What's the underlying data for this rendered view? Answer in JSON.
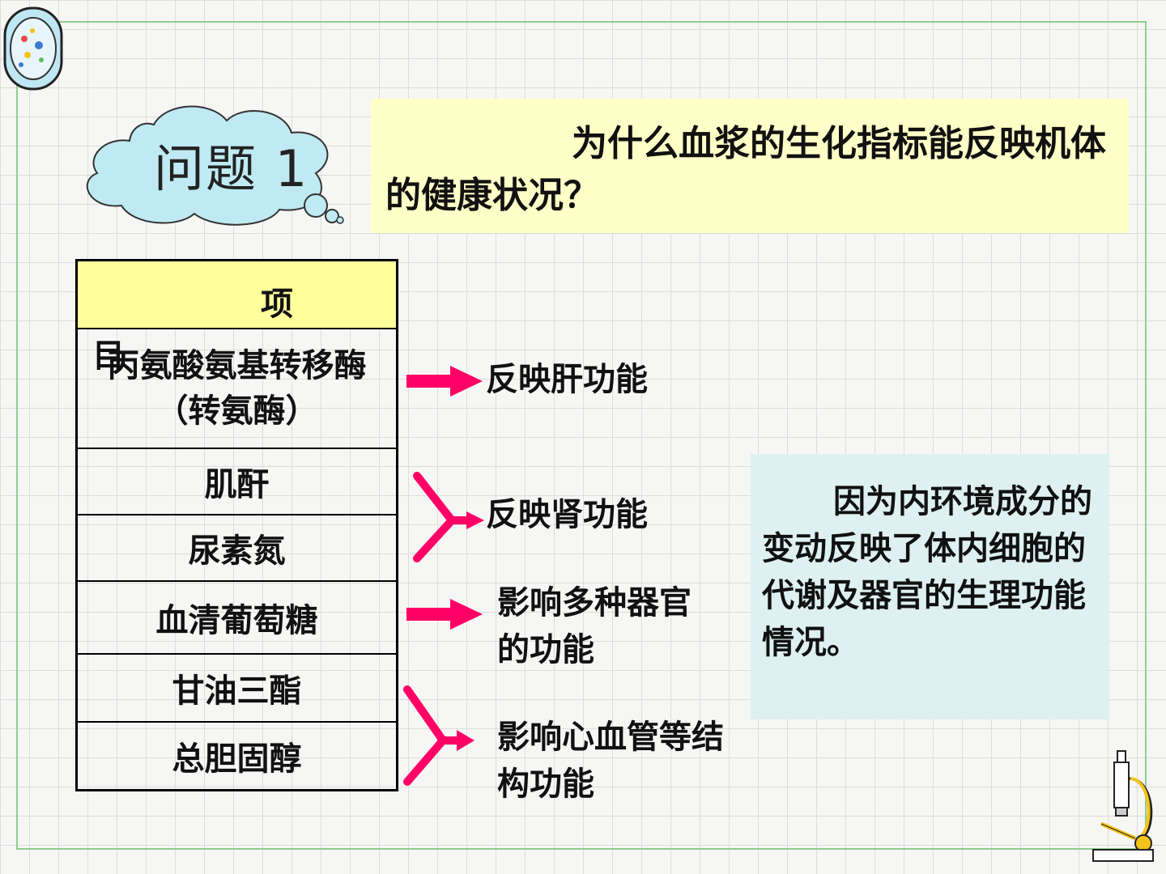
{
  "cloud": {
    "label": "问题 1"
  },
  "question": {
    "text": "为什么血浆的生化指标能反映机体的健康状况？"
  },
  "table": {
    "header": "项",
    "header_tail": "目",
    "rows": [
      "丙氨酸氨基转移酶（转氨酶）",
      "肌酐",
      "尿素氮",
      "血清葡萄糖",
      "甘油三酯",
      "总胆固醇"
    ]
  },
  "effects": {
    "liver": "反映肝功能",
    "kidney": "反映肾功能",
    "organs": "影响多种器官的功能",
    "cardio": "影响心血管等结构功能"
  },
  "answer": {
    "text": "因为内环境成分的变动反映了体内细胞的代谢及器官的生理功能情况。"
  },
  "colors": {
    "arrow": "#ff0066",
    "header_bg": "#ffff9c",
    "question_bg": "#ffffc8",
    "answer_bg": "#def0f0",
    "frame": "#8fcf8f"
  },
  "icons": [
    "petri-dish-icon",
    "microscope-icon",
    "cloud-shape"
  ]
}
